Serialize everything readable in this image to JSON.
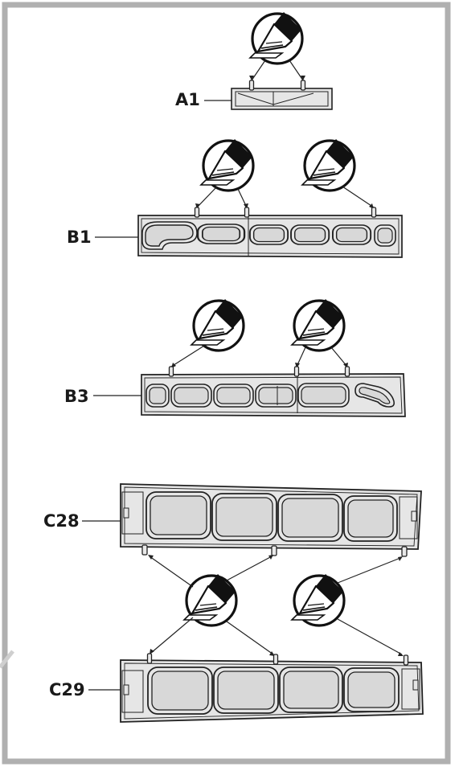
{
  "instruction": "Remove sprue tabs (trim with a hobby knife)",
  "parts": [
    {
      "id": "A1",
      "label": "A1"
    },
    {
      "id": "B1",
      "label": "B1"
    },
    {
      "id": "B3",
      "label": "B3"
    },
    {
      "id": "C28",
      "label": "C28"
    },
    {
      "id": "C29",
      "label": "C29"
    }
  ],
  "icons": {
    "knife": "hobby-knife-icon"
  },
  "colors": {
    "frame": "#b0b0b0",
    "part_fill": "#e6e6e6",
    "cell_fill": "#d6d6d6",
    "outline": "#222222"
  }
}
